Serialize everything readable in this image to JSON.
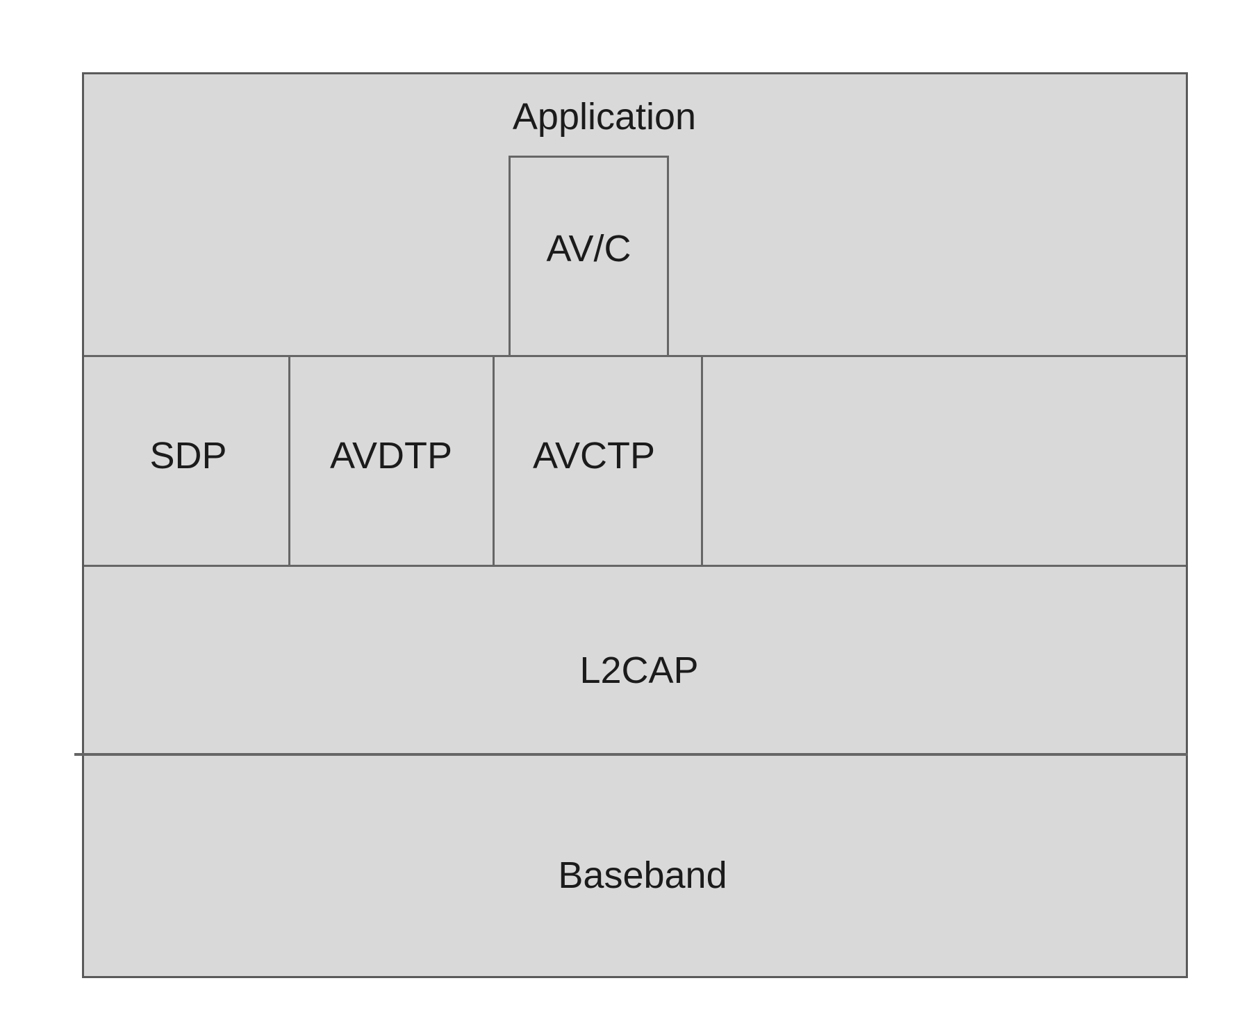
{
  "stack": {
    "application_label": "Application",
    "avc_label": "AV/C",
    "middle_row": [
      "SDP",
      "AVDTP",
      "AVCTP"
    ],
    "l2cap_label": "L2CAP",
    "baseband_label": "Baseband",
    "colors": {
      "box_fill": "#d9d9d9",
      "line": "#666666",
      "outer_border": "#5a5a5a",
      "text": "#1b1b1b",
      "page_background": "#ffffff"
    }
  }
}
